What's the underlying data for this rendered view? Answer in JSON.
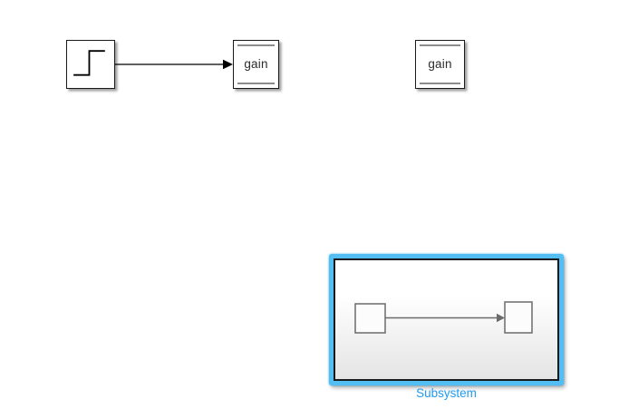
{
  "canvas": {
    "background": "#ffffff"
  },
  "colors": {
    "canvas_bg": "#ffffff",
    "block_border": "#1a1a1a",
    "line_black": "#000000",
    "inner_line": "#8c8c8c",
    "selection_blue": "#53bef3",
    "label_blue": "#1e9bf0",
    "subsystem_inner_stroke": "#6b6b6b",
    "subsystem_inner_fill": "#fcfcfc",
    "subsystem_fill_top": "#ffffff",
    "subsystem_fill_bottom": "#e4e4e4",
    "shadow": "rgba(0,0,0,0.38)"
  },
  "blocks": {
    "step": {
      "icon": "step-waveform-icon"
    },
    "gain1": {
      "label": "gain"
    },
    "gain2": {
      "label": "gain"
    },
    "subsystem": {
      "label": "Subsystem",
      "selected": true
    }
  }
}
